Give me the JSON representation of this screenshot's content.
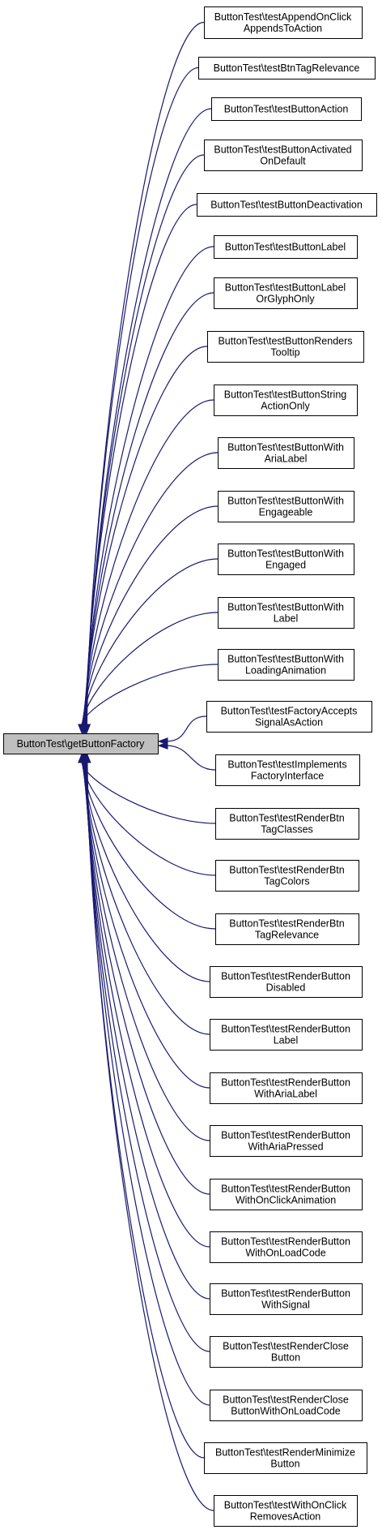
{
  "root": {
    "lines": [
      "ButtonTest\\getButtonFactory"
    ]
  },
  "callers": [
    {
      "lines": [
        "ButtonTest\\testAppendOnClick",
        "AppendsToAction"
      ]
    },
    {
      "lines": [
        "ButtonTest\\testBtnTagRelevance"
      ]
    },
    {
      "lines": [
        "ButtonTest\\testButtonAction"
      ]
    },
    {
      "lines": [
        "ButtonTest\\testButtonActivated",
        "OnDefault"
      ]
    },
    {
      "lines": [
        "ButtonTest\\testButtonDeactivation"
      ]
    },
    {
      "lines": [
        "ButtonTest\\testButtonLabel"
      ]
    },
    {
      "lines": [
        "ButtonTest\\testButtonLabel",
        "OrGlyphOnly"
      ]
    },
    {
      "lines": [
        "ButtonTest\\testButtonRenders",
        "Tooltip"
      ]
    },
    {
      "lines": [
        "ButtonTest\\testButtonString",
        "ActionOnly"
      ]
    },
    {
      "lines": [
        "ButtonTest\\testButtonWith",
        "AriaLabel"
      ]
    },
    {
      "lines": [
        "ButtonTest\\testButtonWith",
        "Engageable"
      ]
    },
    {
      "lines": [
        "ButtonTest\\testButtonWith",
        "Engaged"
      ]
    },
    {
      "lines": [
        "ButtonTest\\testButtonWith",
        "Label"
      ]
    },
    {
      "lines": [
        "ButtonTest\\testButtonWith",
        "LoadingAnimation"
      ]
    },
    {
      "lines": [
        "ButtonTest\\testFactoryAccepts",
        "SignalAsAction"
      ]
    },
    {
      "lines": [
        "ButtonTest\\testImplements",
        "FactoryInterface"
      ]
    },
    {
      "lines": [
        "ButtonTest\\testRenderBtn",
        "TagClasses"
      ]
    },
    {
      "lines": [
        "ButtonTest\\testRenderBtn",
        "TagColors"
      ]
    },
    {
      "lines": [
        "ButtonTest\\testRenderBtn",
        "TagRelevance"
      ]
    },
    {
      "lines": [
        "ButtonTest\\testRenderButton",
        "Disabled"
      ]
    },
    {
      "lines": [
        "ButtonTest\\testRenderButton",
        "Label"
      ]
    },
    {
      "lines": [
        "ButtonTest\\testRenderButton",
        "WithAriaLabel"
      ]
    },
    {
      "lines": [
        "ButtonTest\\testRenderButton",
        "WithAriaPressed"
      ]
    },
    {
      "lines": [
        "ButtonTest\\testRenderButton",
        "WithOnClickAnimation"
      ]
    },
    {
      "lines": [
        "ButtonTest\\testRenderButton",
        "WithOnLoadCode"
      ]
    },
    {
      "lines": [
        "ButtonTest\\testRenderButton",
        "WithSignal"
      ]
    },
    {
      "lines": [
        "ButtonTest\\testRenderClose",
        "Button"
      ]
    },
    {
      "lines": [
        "ButtonTest\\testRenderClose",
        "ButtonWithOnLoadCode"
      ]
    },
    {
      "lines": [
        "ButtonTest\\testRenderMinimize",
        "Button"
      ]
    },
    {
      "lines": [
        "ButtonTest\\testWithOnClick",
        "RemovesAction"
      ]
    }
  ],
  "colors": {
    "edge": "#191970",
    "root_fill": "#bfbfbf",
    "node_fill": "#ffffff",
    "border": "#000000"
  }
}
